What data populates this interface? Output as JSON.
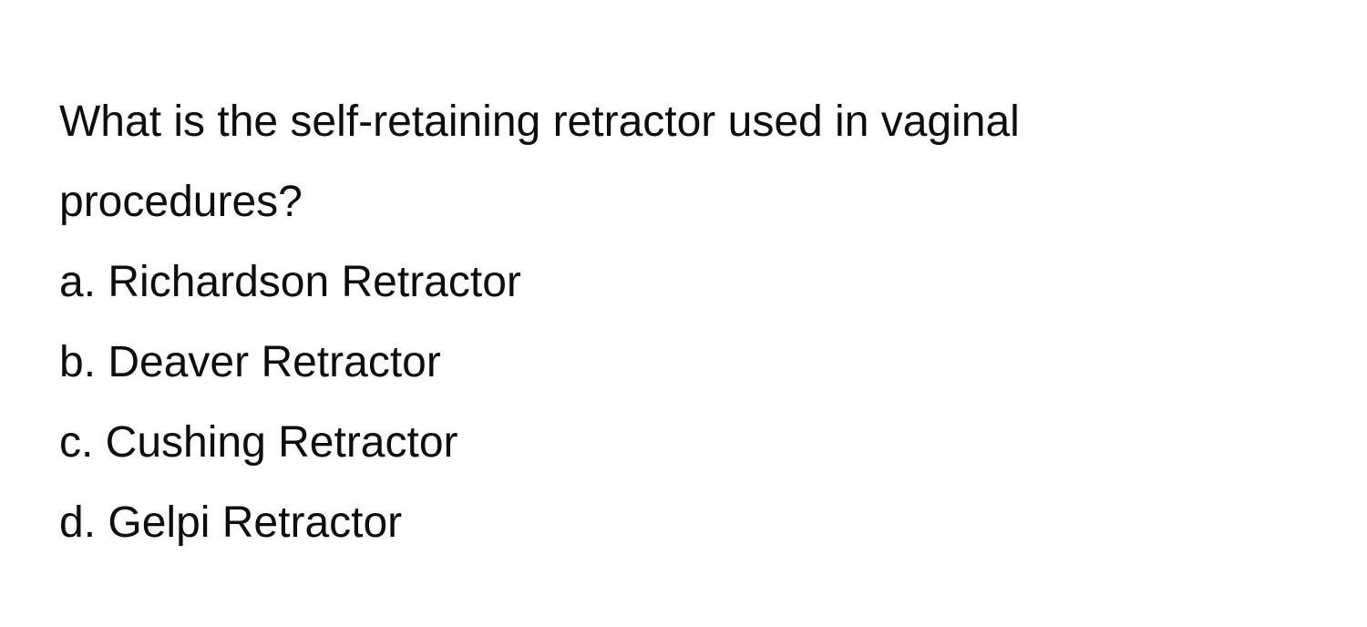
{
  "document": {
    "type": "multiple-choice-question",
    "background_color": "#ffffff",
    "text_color": "#0d0d0d",
    "question": {
      "text": "What is the self-retaining retractor used in vaginal procedures?"
    },
    "options": [
      {
        "label": "a. Richardson Retractor"
      },
      {
        "label": "b. Deaver Retractor"
      },
      {
        "label": "c. Cushing Retractor"
      },
      {
        "label": "d. Gelpi Retractor"
      }
    ]
  }
}
